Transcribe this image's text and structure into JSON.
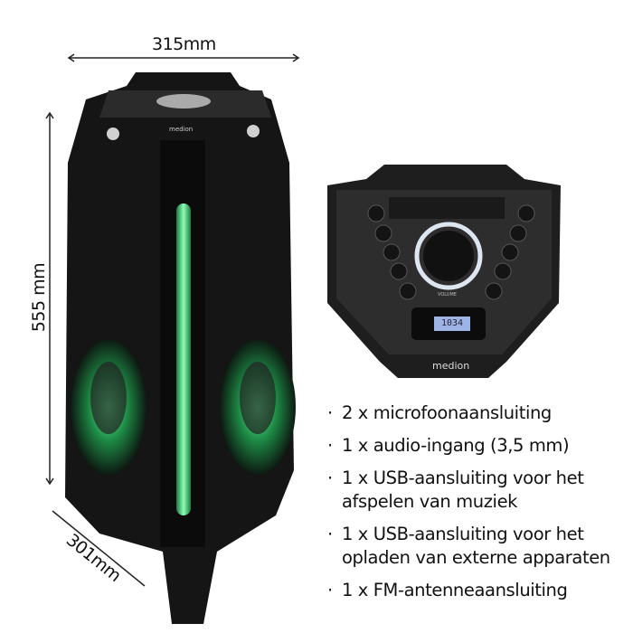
{
  "dimensions": {
    "width": "315mm",
    "height": "555 mm",
    "depth": "301mm"
  },
  "product": {
    "brand": "medion",
    "display_value": "1034",
    "volume_label": "VOLUME"
  },
  "features": [
    {
      "bullet": "·",
      "text": "2 x microfoonaansluiting"
    },
    {
      "bullet": "·",
      "text": "1 x audio-ingang (3,5 mm)"
    },
    {
      "bullet": "·",
      "text": "1 x USB-aansluiting voor het afspelen van muziek"
    },
    {
      "bullet": "·",
      "text": "1 x USB-aansluiting voor het opladen van externe apparaten"
    },
    {
      "bullet": "·",
      "text": "1 x FM-antenneaansluiting"
    }
  ],
  "colors": {
    "led": "#35e07a",
    "body": "#161616",
    "panel": "#2a2a2a"
  }
}
